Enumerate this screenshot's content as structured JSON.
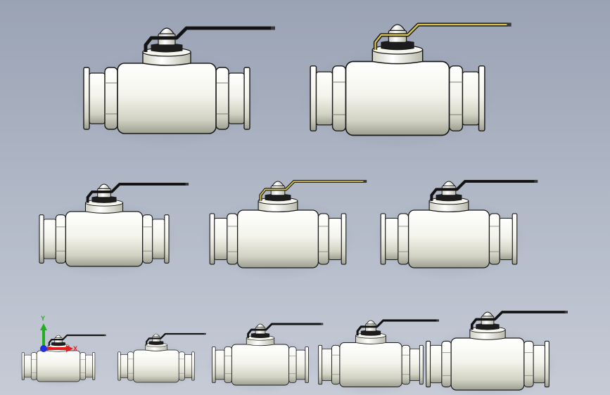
{
  "viewport": {
    "background_top": "#9aa3b4",
    "background_bottom": "#c6cbd6"
  },
  "colors": {
    "body_light": "#fbfbf5",
    "body_mid": "#d6d7c8",
    "body_dark": "#8f9184",
    "outline": "#1a1a1a",
    "handle_black": "#111111",
    "handle_yellow": "#d8c34a"
  },
  "valves": [
    {
      "id": "valve-1",
      "row": 1
    },
    {
      "id": "valve-2",
      "row": 1
    },
    {
      "id": "valve-3",
      "row": 2
    },
    {
      "id": "valve-4",
      "row": 2
    },
    {
      "id": "valve-5",
      "row": 2
    },
    {
      "id": "valve-6",
      "row": 3
    },
    {
      "id": "valve-7",
      "row": 3
    },
    {
      "id": "valve-8",
      "row": 3
    },
    {
      "id": "valve-9",
      "row": 3
    },
    {
      "id": "valve-10",
      "row": 3
    }
  ],
  "triad": {
    "x_label": "X",
    "y_label": "Y",
    "x_color": "#e02020",
    "y_color": "#22b022",
    "z_color": "#2030e0"
  }
}
